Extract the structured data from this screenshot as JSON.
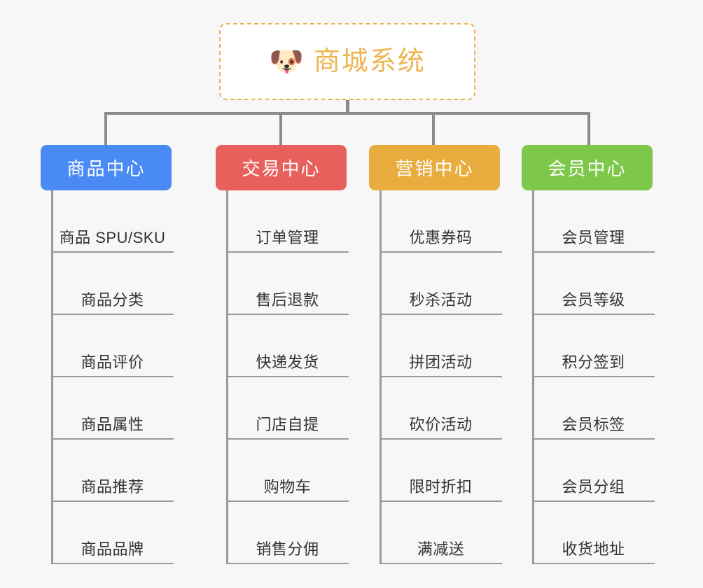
{
  "root": {
    "icon": "shiba-dog-face-emoji",
    "icon_glyph": "🐶",
    "title": "商城系统",
    "title_color": "#efb552",
    "border_color": "#e8b45a",
    "background": "#ffffff"
  },
  "canvas": {
    "background": "#f7f7f7",
    "line_color": "#8b8b8b"
  },
  "columns": [
    {
      "id": "product-center",
      "title": "商品中心",
      "color": "#4a8af4",
      "items": [
        {
          "label": "商品 SPU/SKU"
        },
        {
          "label": "商品分类"
        },
        {
          "label": "商品评价"
        },
        {
          "label": "商品属性"
        },
        {
          "label": "商品推荐"
        },
        {
          "label": "商品品牌"
        }
      ]
    },
    {
      "id": "trade-center",
      "title": "交易中心",
      "color": "#e8605b",
      "items": [
        {
          "label": "订单管理"
        },
        {
          "label": "售后退款"
        },
        {
          "label": "快递发货"
        },
        {
          "label": "门店自提"
        },
        {
          "label": "购物车"
        },
        {
          "label": "销售分佣"
        }
      ]
    },
    {
      "id": "marketing-center",
      "title": "营销中心",
      "color": "#e8ac3f",
      "items": [
        {
          "label": "优惠券码"
        },
        {
          "label": "秒杀活动"
        },
        {
          "label": "拼团活动"
        },
        {
          "label": "砍价活动"
        },
        {
          "label": "限时折扣"
        },
        {
          "label": "满减送"
        }
      ]
    },
    {
      "id": "member-center",
      "title": "会员中心",
      "color": "#7dc84b",
      "items": [
        {
          "label": "会员管理"
        },
        {
          "label": "会员等级"
        },
        {
          "label": "积分签到"
        },
        {
          "label": "会员标签"
        },
        {
          "label": "会员分组"
        },
        {
          "label": "收货地址"
        }
      ]
    }
  ]
}
